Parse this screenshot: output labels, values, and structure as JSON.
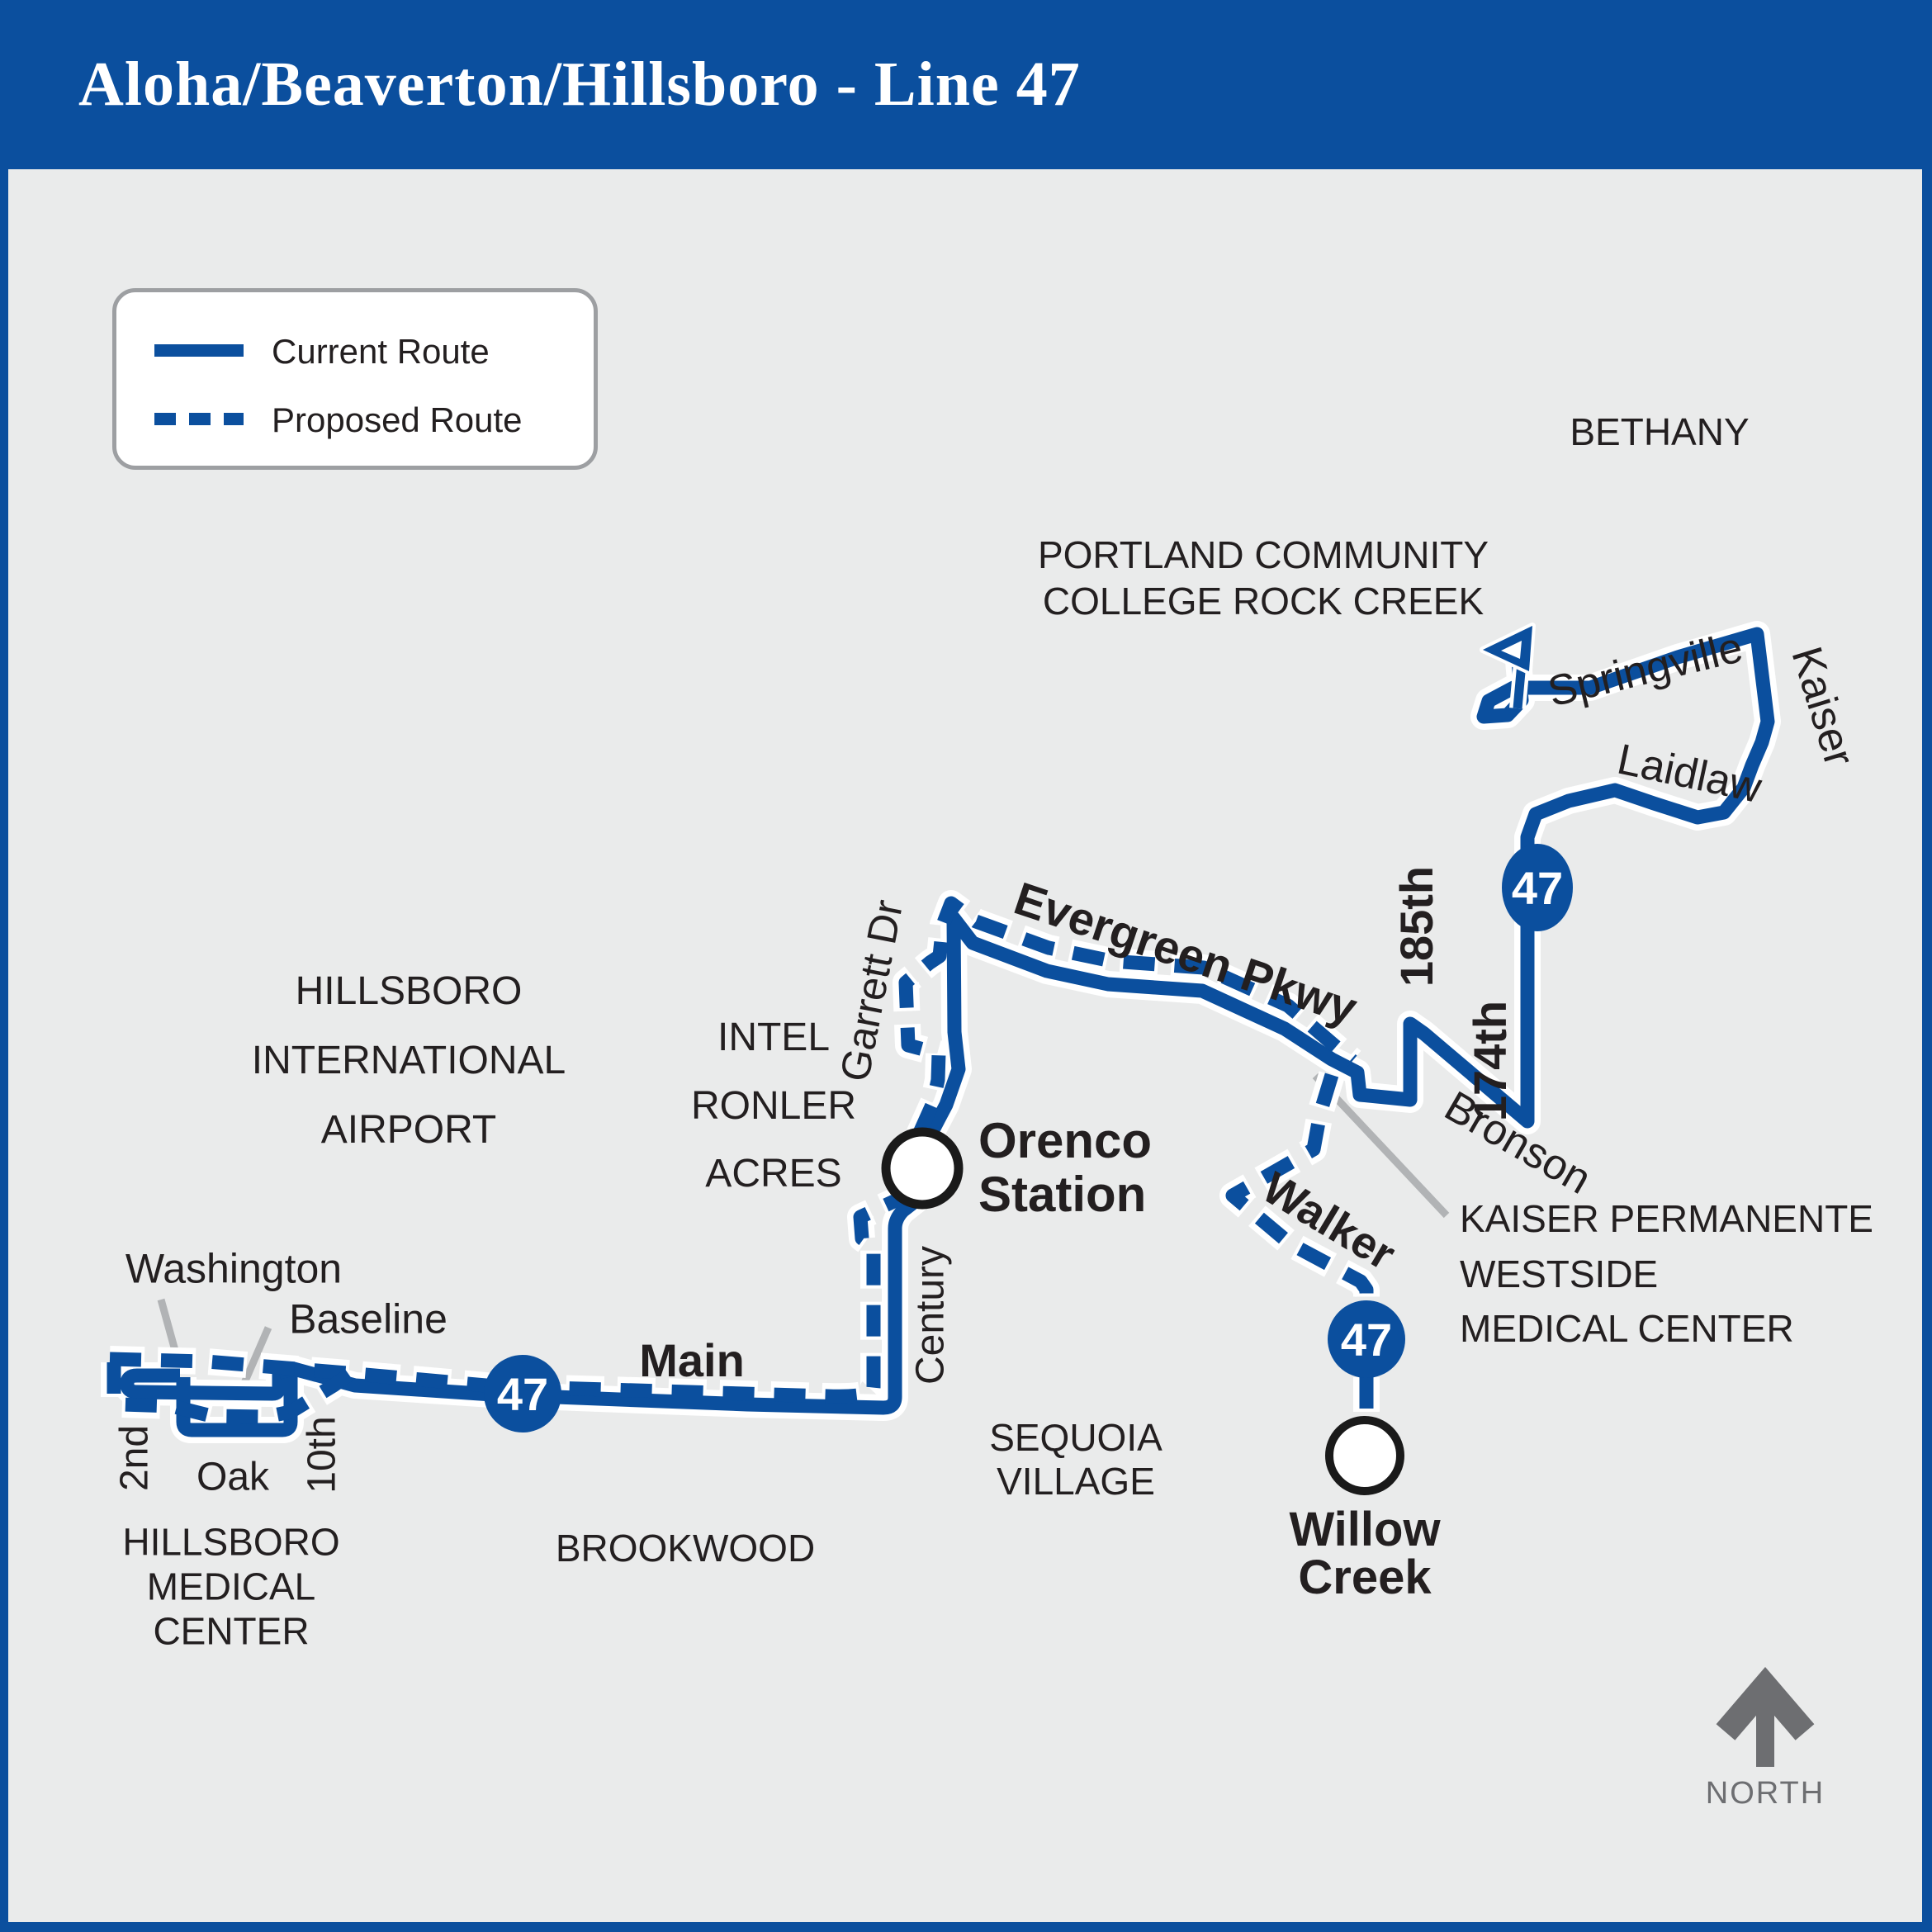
{
  "header": {
    "title": "Aloha/Beaverton/Hillsboro - Line 47"
  },
  "legend": {
    "current_label": "Current Route",
    "proposed_label": "Proposed Route"
  },
  "route": {
    "number": "47",
    "color": "#0b4f9e"
  },
  "stations": {
    "orenco": {
      "name": "Orenco\nStation"
    },
    "willow_creek": {
      "name": "Willow\nCreek"
    }
  },
  "streets": {
    "springville": "Springville",
    "kaiser": "Kaiser",
    "laidlaw": "Laidlaw",
    "s185th": "185th",
    "s174th": "174th",
    "bronson": "Bronson",
    "evergreen": "Evergreen Pkwy",
    "garrett": "Garrett Dr",
    "century": "Century",
    "main": "Main",
    "walker": "Walker",
    "washington": "Washington",
    "baseline": "Baseline",
    "s2nd": "2nd",
    "oak": "Oak",
    "s10th": "10th"
  },
  "areas": {
    "bethany": "BETHANY",
    "pcc_rock_creek": "PORTLAND COMMUNITY\nCOLLEGE ROCK CREEK",
    "hillsboro_airport": "HILLSBORO\nINTERNATIONAL\nAIRPORT",
    "intel_ronler": "INTEL\nRONLER\nACRES",
    "brookwood": "BROOKWOOD",
    "sequoia_village": "SEQUOIA\nVILLAGE",
    "kaiser_permanente": "KAISER PERMANENTE\nWESTSIDE\nMEDICAL CENTER",
    "hillsboro_medical": "HILLSBORO\nMEDICAL\nCENTER"
  },
  "compass": {
    "label": "NORTH"
  }
}
